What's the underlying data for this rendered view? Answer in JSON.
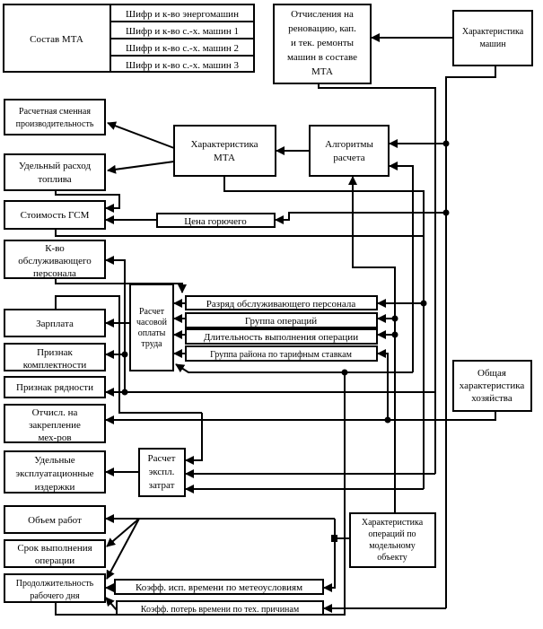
{
  "composition": {
    "title": "Состав МТА",
    "rows": [
      "Шифр и к-во энергомашин",
      "Шифр и к-во с.-х. машин 1",
      "Шифр и к-во с.-х. машин 2",
      "Шифр и к-во с.-х. машин 3"
    ]
  },
  "deductions": [
    "Отчисления на",
    "реновацию, кап.",
    "и тек. ремонты",
    "машин в составе",
    "МТА"
  ],
  "machine_char": [
    "Характеристика",
    "машин"
  ],
  "shift_productivity": [
    "Расчетная сменная",
    "производительность"
  ],
  "mta_char": [
    "Характеристика",
    "МТА"
  ],
  "algorithms": [
    "Алгоритмы",
    "расчета"
  ],
  "fuel_rate": [
    "Удельный расход",
    "топлива"
  ],
  "fuel_cost": [
    "Стоимость ГСМ"
  ],
  "fuel_price": "Цена горючего",
  "staff_count": [
    "К-во",
    "обслуживающего",
    "персонала"
  ],
  "hourly_pay": [
    "Расчет",
    "часовой",
    "оплаты",
    "труда"
  ],
  "inputs": [
    "Разряд обслуживающего персонала",
    "Группа операций",
    "Длительность выполнения операции",
    "Группа района по тарифным ставкам"
  ],
  "salary": [
    "Зарплата"
  ],
  "completeness": [
    "Признак",
    "комплектности"
  ],
  "rows_sign": [
    "Признак рядности"
  ],
  "farm_char": [
    "Общая",
    "характеристика",
    "хозяйства"
  ],
  "fixing_deductions": [
    "Отчисл. на",
    "закрепление",
    "мех-ров"
  ],
  "operating_costs": [
    "Удельные",
    "эксплуатационные",
    "издержки"
  ],
  "operating_calc": [
    "Расчет",
    "экспл.",
    "затрат"
  ],
  "work_volume": [
    "Объем работ"
  ],
  "deadline": [
    "Срок выполнения",
    "операции"
  ],
  "workday": [
    "Продолжительность",
    "рабочего дня"
  ],
  "operations_char": [
    "Характеристика",
    "операций по",
    "модельному",
    "объекту"
  ],
  "weather_coef": "Коэфф. исп. времени по метеоусловиям",
  "loss_coef": "Коэфф. потерь времени по тех. причинам"
}
